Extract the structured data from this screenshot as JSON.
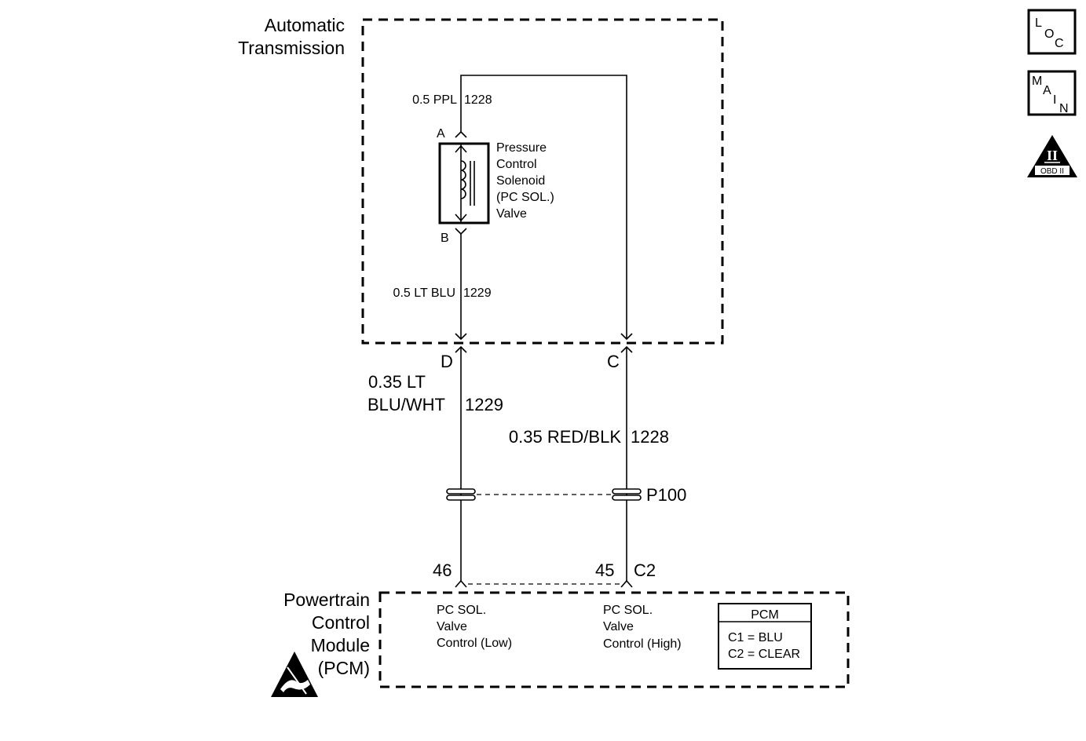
{
  "transmission": {
    "title_line1": "Automatic",
    "title_line2": "Transmission"
  },
  "solenoid": {
    "label_line1": "Pressure",
    "label_line2": "Control",
    "label_line3": "Solenoid",
    "label_line4": "(PC SOL.)",
    "label_line5": "Valve",
    "pin_a": "A",
    "pin_b": "B"
  },
  "wires": {
    "inner_ppl": "0.5 PPL",
    "inner_ppl_circuit": "1228",
    "inner_ltblu": "0.5 LT BLU",
    "inner_ltblu_circuit": "1229",
    "outer_ltblu_line1": "0.35 LT",
    "outer_ltblu_line2": "BLU/WHT",
    "outer_ltblu_circuit": "1229",
    "outer_redblk": "0.35 RED/BLK",
    "outer_redblk_circuit": "1228"
  },
  "connectors": {
    "trans_pin_d": "D",
    "trans_pin_c": "C",
    "inline": "P100",
    "pcm_pin_46": "46",
    "pcm_pin_45": "45",
    "pcm_connector": "C2"
  },
  "pcm": {
    "title_line1": "Powertrain",
    "title_line2": "Control",
    "title_line3": "Module",
    "title_line4": "(PCM)",
    "low_line1": "PC SOL.",
    "low_line2": "Valve",
    "low_line3": "Control (Low)",
    "high_line1": "PC SOL.",
    "high_line2": "Valve",
    "high_line3": "Control (High)",
    "legend_title": "PCM",
    "legend_c1": "C1 = BLU",
    "legend_c2": "C2 = CLEAR"
  },
  "nav": {
    "loc_l": "L",
    "loc_o": "O",
    "loc_c": "C",
    "main_m": "M",
    "main_a": "A",
    "main_i": "I",
    "main_n": "N",
    "obd_numeral": "II",
    "obd_label": "OBD II"
  }
}
